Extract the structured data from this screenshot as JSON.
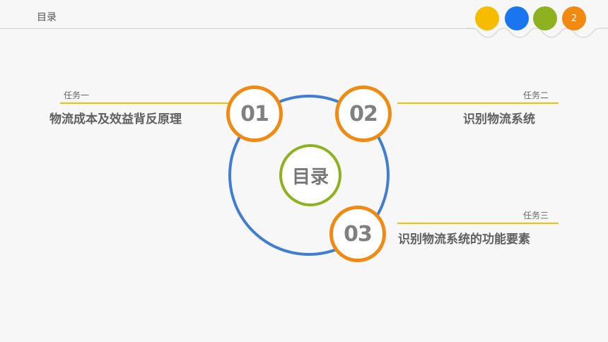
{
  "header": {
    "title": "目录"
  },
  "page_number": "2",
  "colors": {
    "dot_yellow": "#f6bd00",
    "dot_blue": "#1976f0",
    "dot_green": "#8db11f",
    "dot_orange": "#f28a12",
    "ring_blue": "#3f7ed0",
    "accent_orange": "#f28a12",
    "center_green": "#8db11f",
    "task_line": "#f2c200"
  },
  "center": {
    "label": "目录"
  },
  "items": [
    {
      "number": "01",
      "task": "任务一",
      "title": "物流成本及效益背反原理"
    },
    {
      "number": "02",
      "task": "任务二",
      "title": "识别物流系统"
    },
    {
      "number": "03",
      "task": "任务三",
      "title": "识别物流系统的功能要素"
    }
  ]
}
